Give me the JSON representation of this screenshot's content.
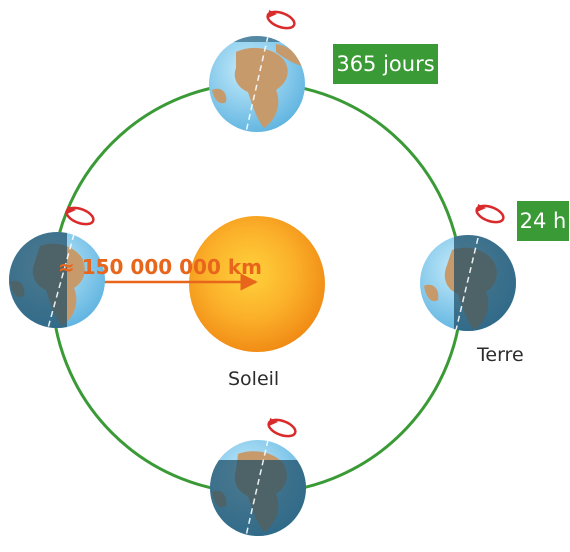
{
  "labels": {
    "year": "365 jours",
    "day": "24 h",
    "sun": "Soleil",
    "earth": "Terre",
    "distance": "≈ 150 000 000 km"
  },
  "colors": {
    "orbit": "#3a9a35",
    "badge": "#3a9a35",
    "sun": "#f59a1b",
    "distance_arrow": "#e8651c",
    "ocean": "#8ccfee",
    "land": "#c69a6a",
    "night_shade": "#1f4d66",
    "rotation_arrow": "#d92b2b"
  },
  "icons": {
    "sun": "sun-icon",
    "earth": "earth-icon",
    "rotation": "rotation-arrow-icon"
  }
}
